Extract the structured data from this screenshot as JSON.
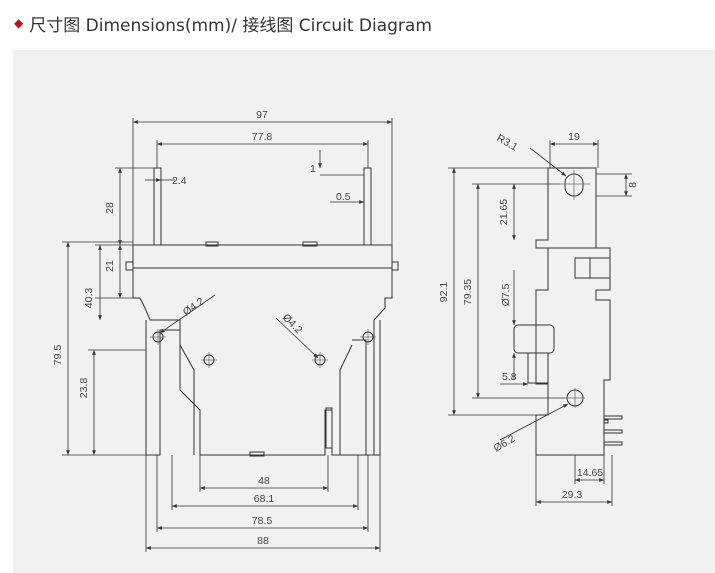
{
  "header": {
    "title": "尺寸图 Dimensions(mm)/ 接线图 Circuit Diagram",
    "accent": "#c0161b"
  },
  "front_view": {
    "dims": {
      "top_width": "97",
      "pin_span": "77.8",
      "pin_thickness": "2.4",
      "pin_offset": "1",
      "pin_gap": "0.5",
      "pin_height": "28",
      "body_upper": "21",
      "upper_height": "40.3",
      "total_height": "79.5",
      "lower_height": "23.8",
      "hole_left": "Ø4.2",
      "hole_right": "Ø4.2",
      "hole_span": "48",
      "mount_span": "68.1",
      "flange_span": "78.5",
      "base_width": "88"
    }
  },
  "side_view": {
    "dims": {
      "radius": "R3.1",
      "tab_width": "19",
      "slot": "8",
      "slot_depth": "21.65",
      "total_height": "92.1",
      "hole_height": "79.35",
      "shaft": "Ø7.5",
      "step": "5.8",
      "bottom_hole": "Ø6.2",
      "foot": "14.65",
      "base_depth": "29.3"
    }
  }
}
